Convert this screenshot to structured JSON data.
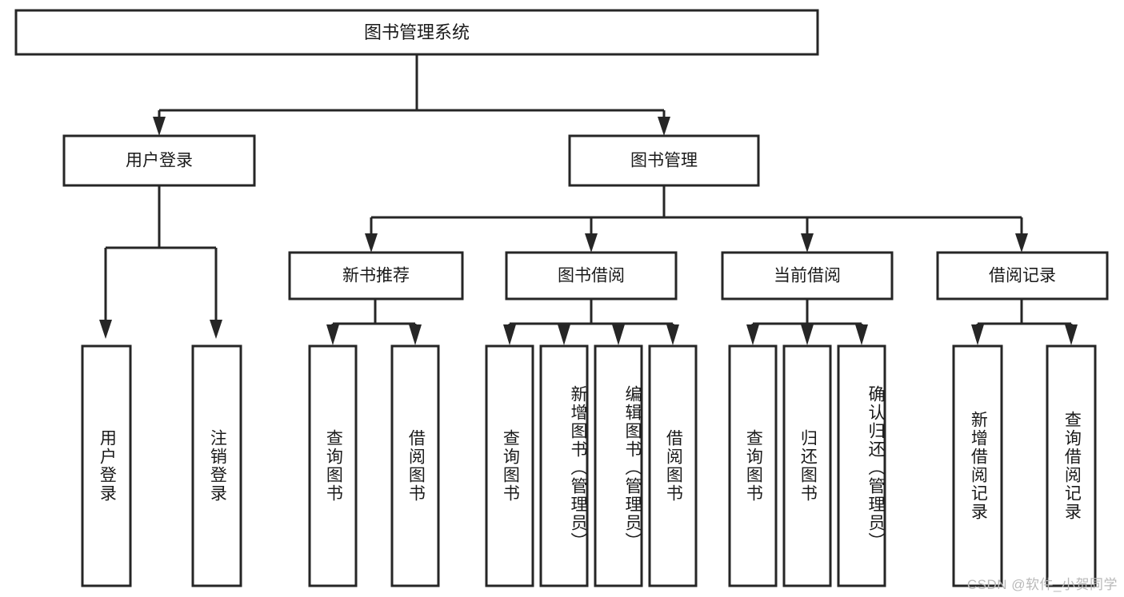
{
  "diagram": {
    "type": "tree-hierarchy-flowchart",
    "title": "图书管理系统",
    "watermark": "CSDN @软件_小贺同学",
    "colors": {
      "stroke": "#262626",
      "fill": "#ffffff",
      "text": "#1a1a1a",
      "watermark": "#b9b9b9",
      "background": "#ffffff"
    },
    "levels": [
      {
        "level": 1,
        "nodes": [
          {
            "id": "root",
            "label": "图书管理系统",
            "orientation": "horizontal"
          }
        ]
      },
      {
        "level": 2,
        "nodes": [
          {
            "id": "user-login",
            "label": "用户登录",
            "orientation": "horizontal",
            "parent": "root"
          },
          {
            "id": "book-manage",
            "label": "图书管理",
            "orientation": "horizontal",
            "parent": "root"
          }
        ]
      },
      {
        "level": 3,
        "nodes": [
          {
            "id": "new-book-rec",
            "label": "新书推荐",
            "orientation": "horizontal",
            "parent": "book-manage"
          },
          {
            "id": "book-borrow",
            "label": "图书借阅",
            "orientation": "horizontal",
            "parent": "book-manage"
          },
          {
            "id": "current-borrow",
            "label": "当前借阅",
            "orientation": "horizontal",
            "parent": "book-manage"
          },
          {
            "id": "borrow-record",
            "label": "借阅记录",
            "orientation": "horizontal",
            "parent": "book-manage"
          }
        ]
      },
      {
        "level": 4,
        "nodes": [
          {
            "id": "leaf-user-login",
            "label": "用户登录",
            "orientation": "vertical",
            "parent": "user-login"
          },
          {
            "id": "leaf-logout",
            "label": "注销登录",
            "orientation": "vertical",
            "parent": "user-login"
          },
          {
            "id": "leaf-query-book-1",
            "label": "查询图书",
            "orientation": "vertical",
            "parent": "new-book-rec"
          },
          {
            "id": "leaf-borrow-book-1",
            "label": "借阅图书",
            "orientation": "vertical",
            "parent": "new-book-rec"
          },
          {
            "id": "leaf-query-book-2",
            "label": "查询图书",
            "orientation": "vertical",
            "parent": "book-borrow"
          },
          {
            "id": "leaf-add-book",
            "label": "新增图书（管理员）",
            "orientation": "vertical",
            "parent": "book-borrow"
          },
          {
            "id": "leaf-edit-book",
            "label": "编辑图书（管理员）",
            "orientation": "vertical",
            "parent": "book-borrow"
          },
          {
            "id": "leaf-borrow-book-2",
            "label": "借阅图书",
            "orientation": "vertical",
            "parent": "book-borrow"
          },
          {
            "id": "leaf-query-book-3",
            "label": "查询图书",
            "orientation": "vertical",
            "parent": "current-borrow"
          },
          {
            "id": "leaf-return-book",
            "label": "归还图书",
            "orientation": "vertical",
            "parent": "current-borrow"
          },
          {
            "id": "leaf-confirm-return",
            "label": "确认归还（管理员）",
            "orientation": "vertical",
            "parent": "current-borrow"
          },
          {
            "id": "leaf-add-record",
            "label": "新增借阅记录",
            "orientation": "vertical",
            "parent": "borrow-record"
          },
          {
            "id": "leaf-query-record",
            "label": "查询借阅记录",
            "orientation": "vertical",
            "parent": "borrow-record"
          }
        ]
      }
    ]
  }
}
